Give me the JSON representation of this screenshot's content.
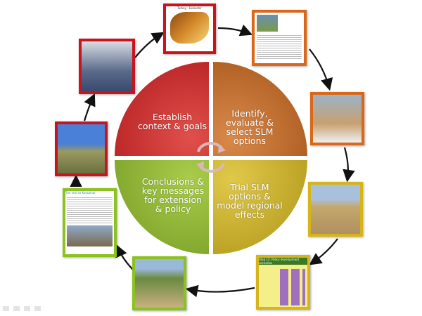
{
  "quadrants": {
    "establish": "Establish context & goals",
    "identify": "Identify, evaluate & select SLM options",
    "trial": "Trial SLM options & model regional effects",
    "conclusions": "Conclusions & key messages for extension & policy"
  },
  "thumbnails": {
    "map_title": "Turkey - Eskisehir",
    "scenario_title": "Step 12: Policy development scenarios",
    "doc_title": "The visit to Karapinar"
  },
  "colors": {
    "red": "#c8141c",
    "orange": "#d9681a",
    "yellow": "#d6b51a",
    "green": "#8cc21f"
  }
}
